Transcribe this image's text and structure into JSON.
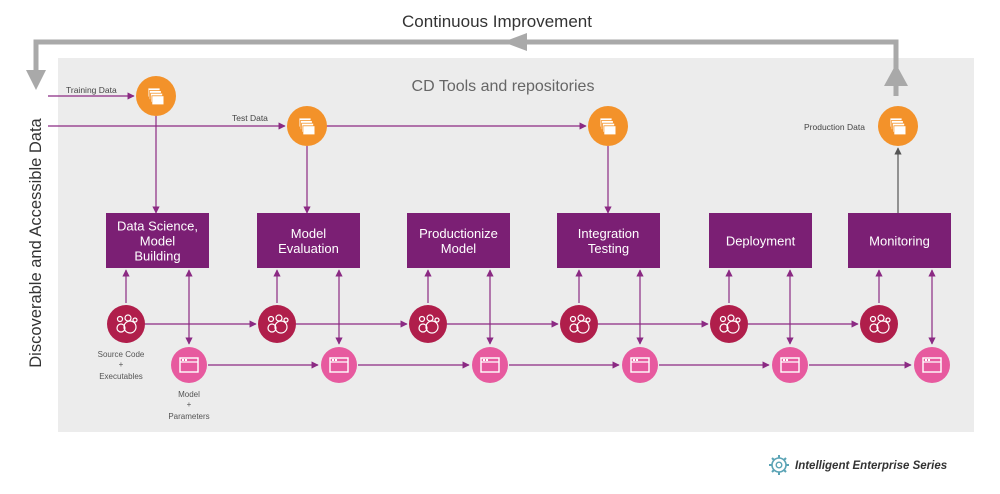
{
  "title": "Continuous Improvement",
  "side_label": "Discoverable and Accessible Data",
  "panel_title": "CD Tools and repositories",
  "data_labels": {
    "training": "Training Data",
    "test": "Test Data",
    "production": "Production Data"
  },
  "stages": [
    {
      "lines": [
        "Data Science,",
        "Model",
        "Building"
      ]
    },
    {
      "lines": [
        "Model",
        "Evaluation"
      ]
    },
    {
      "lines": [
        "Productionize",
        "Model"
      ]
    },
    {
      "lines": [
        "Integration",
        "Testing"
      ]
    },
    {
      "lines": [
        "Deployment"
      ]
    },
    {
      "lines": [
        "Monitoring"
      ]
    }
  ],
  "repo_labels": {
    "source": [
      "Source Code",
      "+",
      "Executables"
    ],
    "model": [
      "Model",
      "+",
      "Parameters"
    ]
  },
  "footer": "Intelligent Enterprise Series",
  "icons": {
    "data": "document-stack-icon",
    "source": "bubbles-icon",
    "model": "window-icon",
    "footer": "gear-icon"
  },
  "colors": {
    "stage": "#7b1f74",
    "data_node": "#f3922a",
    "source_node": "#b01e4b",
    "model_node": "#e75a9f",
    "arrow": "#8b2a83",
    "panel": "#ececec",
    "big_arrow": "#a9a9a9"
  }
}
